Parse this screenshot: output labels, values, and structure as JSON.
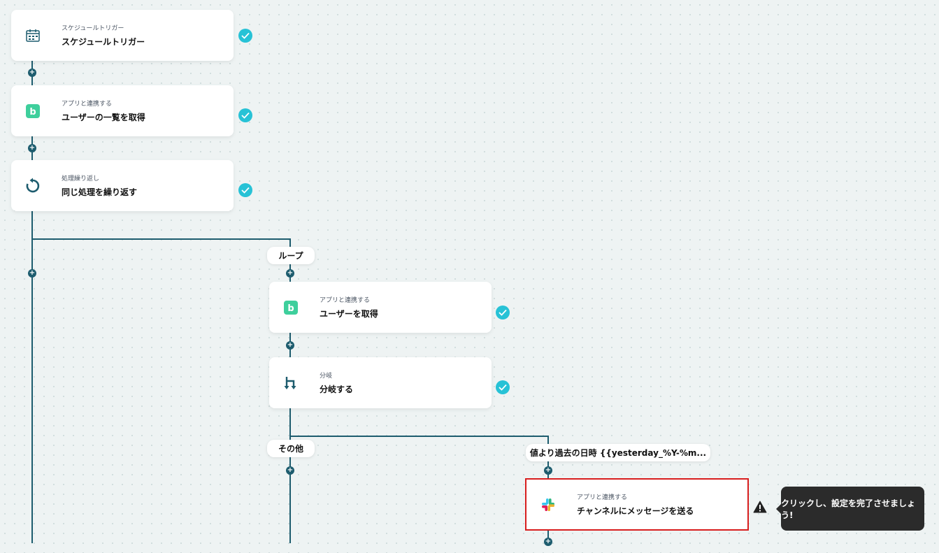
{
  "colors": {
    "line": "#1d5c6e",
    "check": "#27c2d6",
    "brand_b": "#3ecf9c",
    "selected_border": "#d81e1e",
    "tooltip_bg": "#2b2b2b"
  },
  "steps": [
    {
      "sub": "スケジュールトリガー",
      "title": "スケジュールトリガー",
      "icon": "calendar-icon"
    },
    {
      "sub": "アプリと連携する",
      "title": "ユーザーの一覧を取得",
      "icon": "app-b-icon"
    },
    {
      "sub": "処理繰り返し",
      "title": "同じ処理を繰り返す",
      "icon": "loop-icon"
    },
    {
      "sub": "アプリと連携する",
      "title": "ユーザーを取得",
      "icon": "app-b-icon"
    },
    {
      "sub": "分岐",
      "title": "分岐する",
      "icon": "branch-icon"
    },
    {
      "sub": "アプリと連携する",
      "title": "チャンネルにメッセージを送る",
      "icon": "slack-icon"
    }
  ],
  "labels": {
    "loop": "ループ",
    "other": "その他",
    "condition": "値より過去の日時 {{yesterday_%Y-%m..."
  },
  "tooltip": "クリックし、設定を完了させましょう!"
}
